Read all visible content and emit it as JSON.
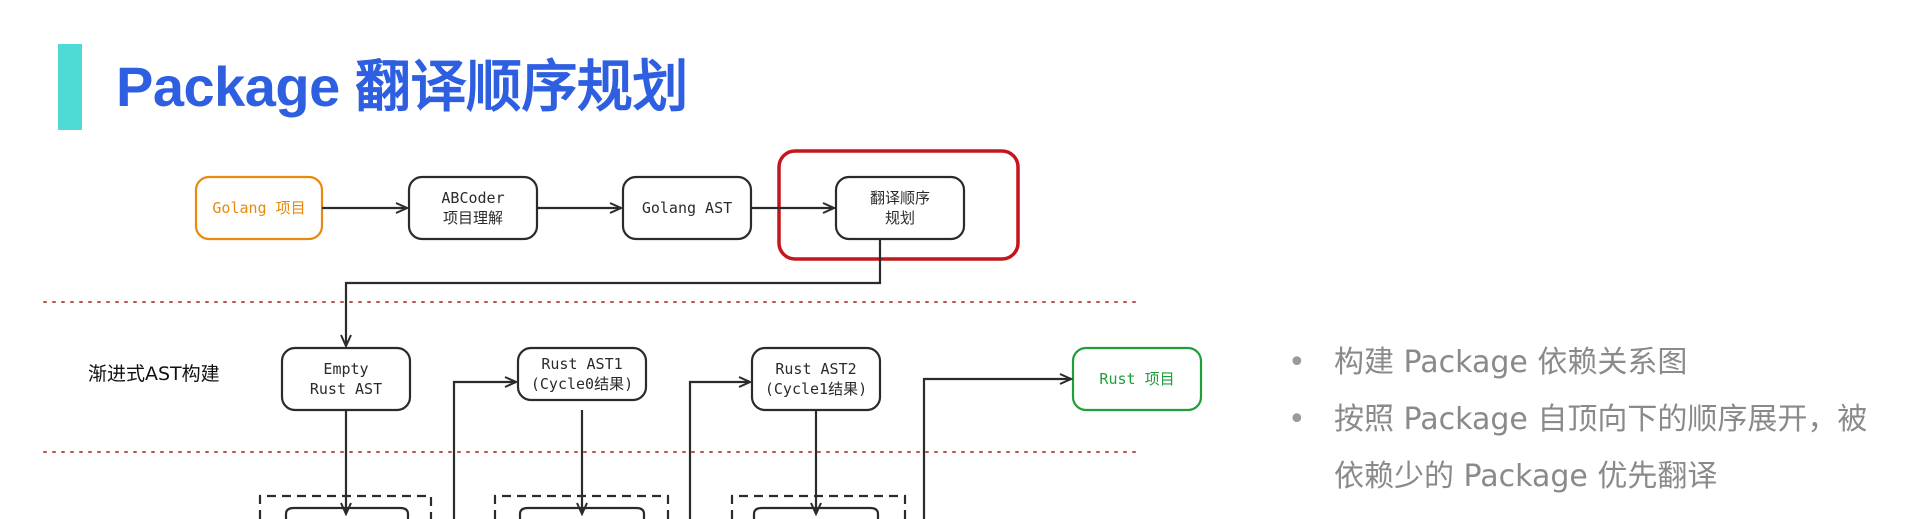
{
  "title": "Package 翻译顺序规划",
  "colors": {
    "accent_bar": "#4dd9d4",
    "title": "#2e5fe0",
    "highlight": "#c4161c",
    "go_box": "#e88a0c",
    "rust_box": "#1f9e3a",
    "divider": "#b5584a",
    "bullet_text": "#8a8a8a"
  },
  "diagram": {
    "boxes": {
      "golang_project": "Golang 项目",
      "abcoder": "ABCoder\n项目理解",
      "golang_ast": "Golang AST",
      "translation_order": "翻译顺序\n规划",
      "empty_rust_ast": "Empty\nRust AST",
      "rust_ast1": "Rust AST1\n(Cycle0结果)",
      "rust_ast2": "Rust AST2\n(Cycle1结果)",
      "rust_project": "Rust 项目"
    },
    "row_label": "渐进式AST构建"
  },
  "bullets": [
    "构建 Package 依赖关系图",
    "按照 Package 自顶向下的顺序展开，被依赖少的 Package 优先翻译"
  ]
}
